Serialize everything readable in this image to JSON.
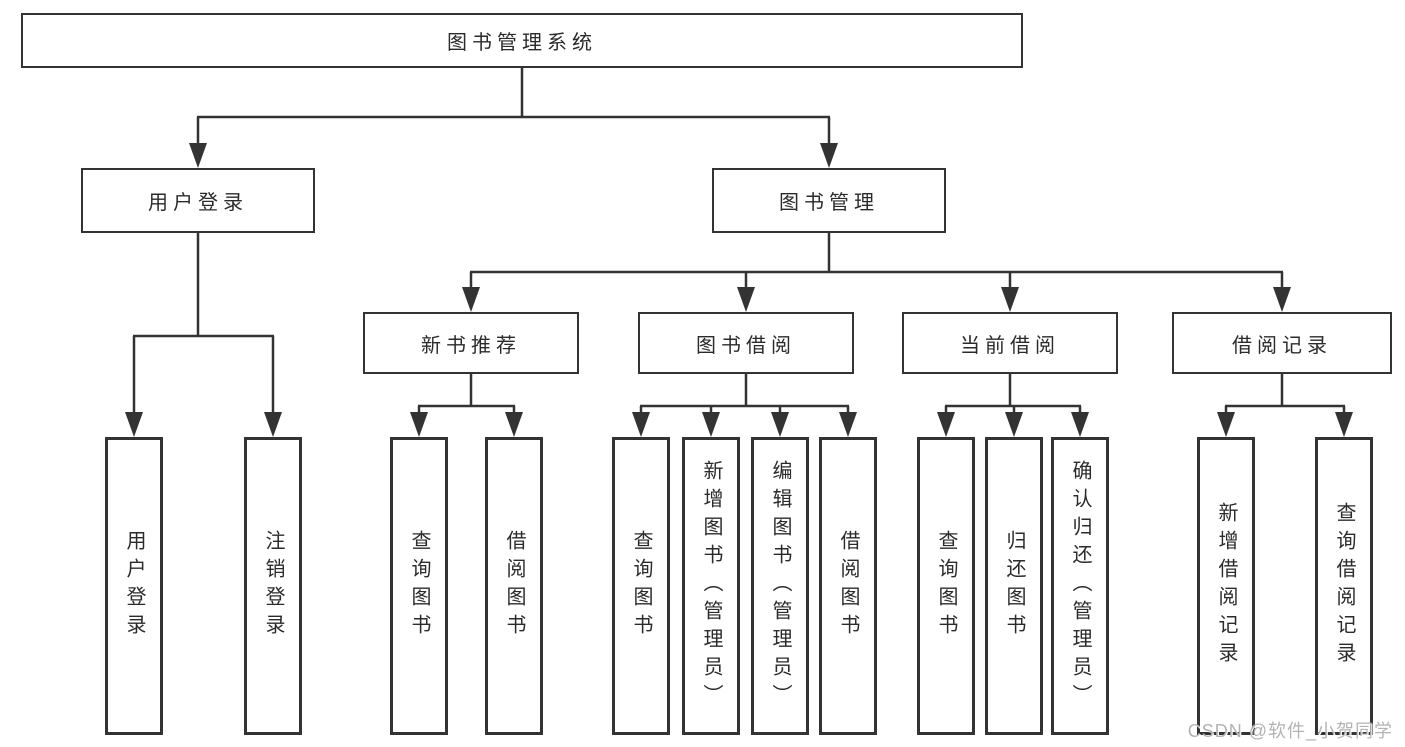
{
  "tree": {
    "label": "图书管理系统",
    "children": [
      {
        "label": "用户登录",
        "children": [
          {
            "label": "用户登录"
          },
          {
            "label": "注销登录"
          }
        ]
      },
      {
        "label": "图书管理",
        "children": [
          {
            "label": "新书推荐",
            "children": [
              {
                "label": "查询图书"
              },
              {
                "label": "借阅图书"
              }
            ]
          },
          {
            "label": "图书借阅",
            "children": [
              {
                "label": "查询图书"
              },
              {
                "label": "新增图书（管理员）"
              },
              {
                "label": "编辑图书（管理员）"
              },
              {
                "label": "借阅图书"
              }
            ]
          },
          {
            "label": "当前借阅",
            "children": [
              {
                "label": "查询图书"
              },
              {
                "label": "归还图书"
              },
              {
                "label": "确认归还（管理员）"
              }
            ]
          },
          {
            "label": "借阅记录",
            "children": [
              {
                "label": "新增借阅记录"
              },
              {
                "label": "查询借阅记录"
              }
            ]
          }
        ]
      }
    ]
  },
  "watermark": {
    "text": "CSDN @软件_小贺同学"
  },
  "colors": {
    "line": "#333333",
    "text": "#2b2b2b",
    "background": "#ffffff",
    "watermark": "#b3b3b3"
  }
}
